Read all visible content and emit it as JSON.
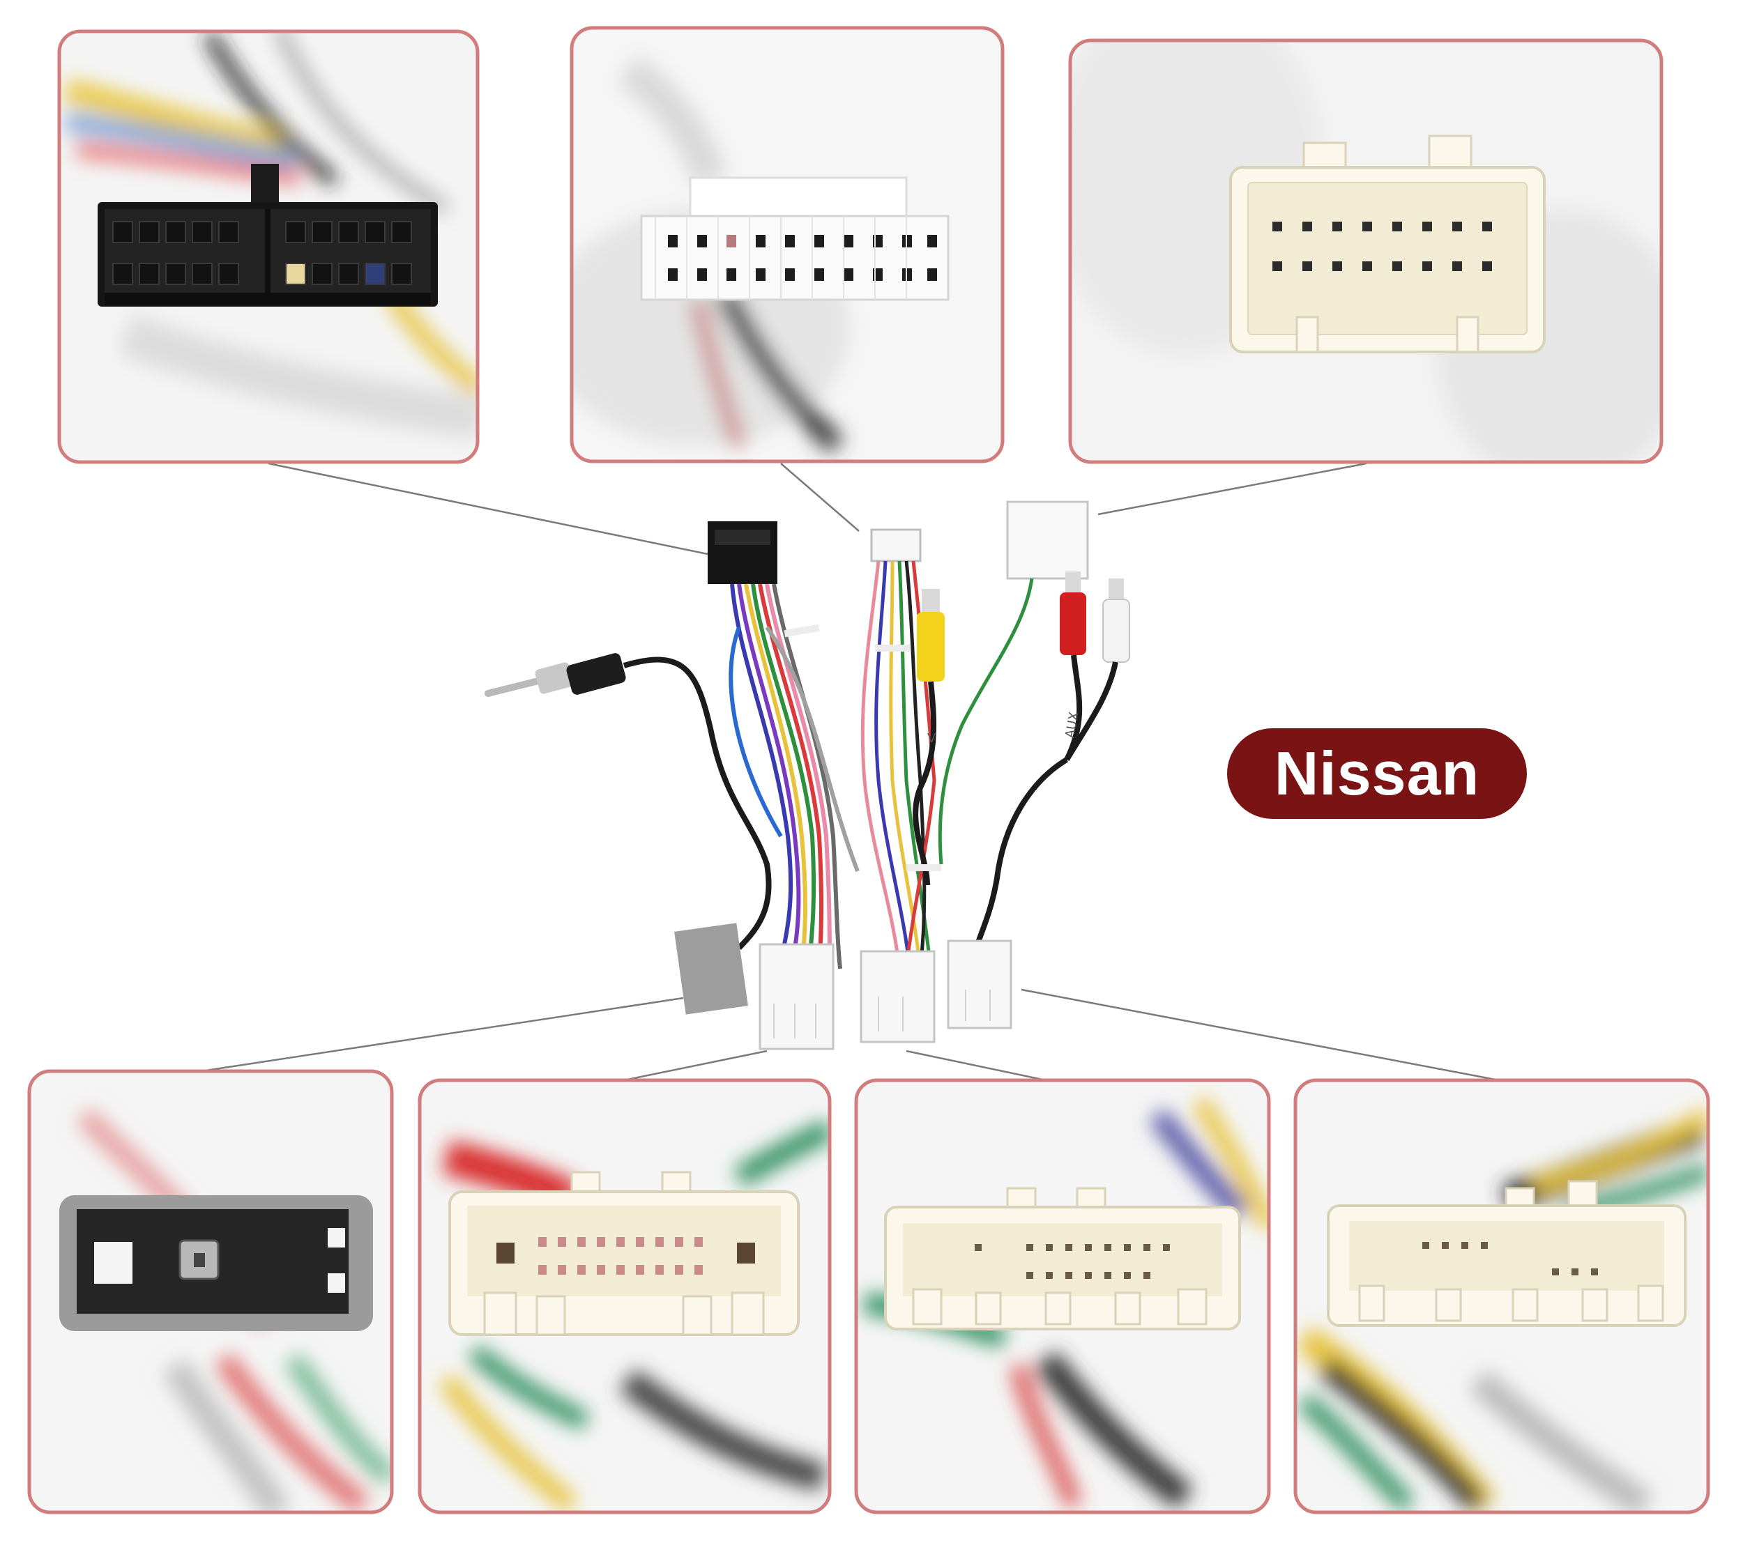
{
  "brand": {
    "label": "Nissan",
    "badge_color": "#7a1414"
  },
  "panel_border_color": "#d27d7d",
  "connector_labels": {
    "video": "V",
    "aux": "AUX"
  }
}
